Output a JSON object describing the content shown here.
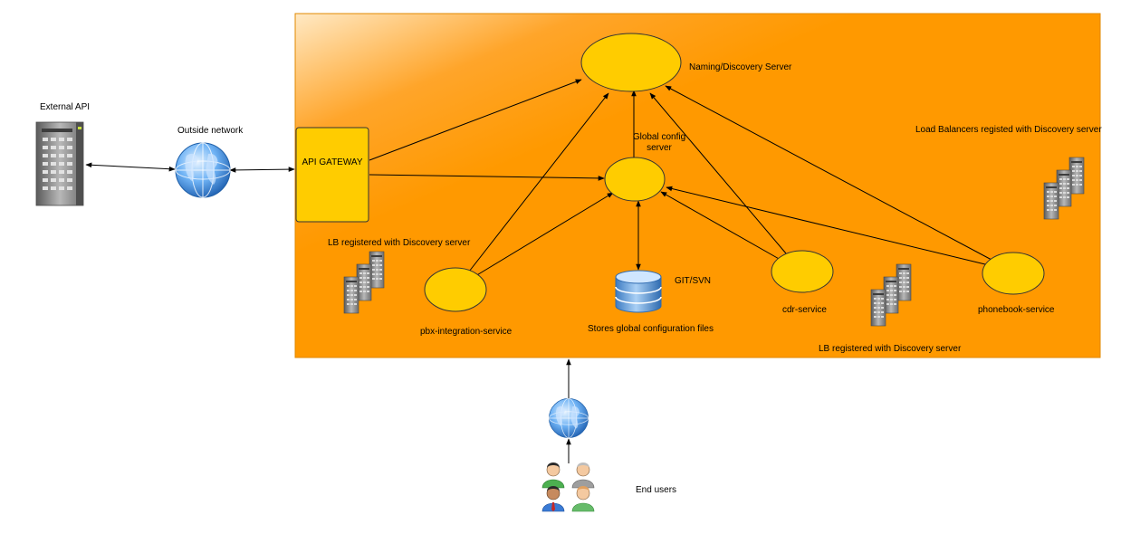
{
  "labels": {
    "external_api": "External API",
    "outside_network": "Outside network",
    "api_gateway": "API GATEWAY",
    "naming_discovery_server": "Naming/Discovery Server",
    "global_config_server": "Global config server",
    "git_svn": "GIT/SVN",
    "stores_global_config": "Stores global configuration files",
    "pbx_integration_service": "pbx-integration-service",
    "cdr_service": "cdr-service",
    "phonebook_service": "phonebook-service",
    "lb_registered_left": "LB registered with Discovery server",
    "lb_registered_bottom": "LB registered with Discovery server",
    "load_balancers_registered": "Load Balancers registed with Discovery server",
    "end_users": "End users"
  },
  "colors": {
    "region_orange": "#FF9900",
    "node_yellow": "#FFCC00",
    "node_border": "#555555",
    "globe_blue": "#3A8EE0",
    "database_blue": "#5B9BD5",
    "server_gray": "#8C8C8C"
  },
  "icons": {
    "external_api": "server-tower-icon",
    "outside_network": "globe-icon",
    "end_user_network": "globe-icon",
    "database": "database-icon",
    "load_balancers": "server-cluster-icon",
    "end_users": "users-group-icon"
  }
}
